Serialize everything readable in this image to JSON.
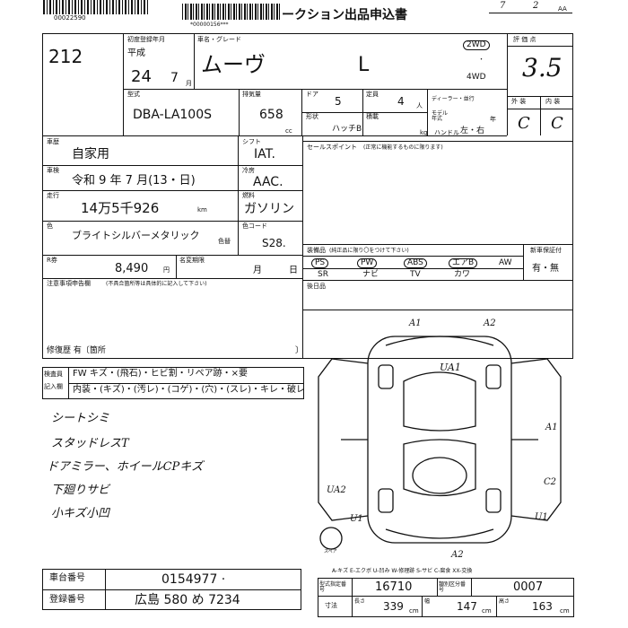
{
  "header": {
    "title": "ークション出品申込書",
    "date_month": "7",
    "date_day": "2",
    "date_suffix": "AA",
    "barcode_text": "00022590",
    "sub_barcode": "*00000156***"
  },
  "lot": {
    "number": "212"
  },
  "registration": {
    "label": "初度登録年月",
    "era": "平成",
    "year": "24",
    "month": "7",
    "month_unit": "月"
  },
  "model_name": {
    "label": "車名・グレード",
    "name": "ムーヴ",
    "grade": "L"
  },
  "drive": {
    "two_wd": "2WD",
    "dot": "・",
    "four_wd": "4WD"
  },
  "score": {
    "label": "評 価 点",
    "value": "3.5"
  },
  "model_code": {
    "label": "型式",
    "value": "DBA-LA100S"
  },
  "displacement": {
    "label": "排気量",
    "value": "658",
    "unit": "cc"
  },
  "doors": {
    "label": "ドア",
    "value": "5"
  },
  "capacity": {
    "label": "定員",
    "value": "4",
    "unit": "人"
  },
  "dealer": {
    "label": "ディーラー・並行",
    "model_year": "モデル 年式",
    "year_unit": "年"
  },
  "body_shape": {
    "label": "形状",
    "value": "ハッチB"
  },
  "weight": {
    "label": "積載",
    "unit": "kg"
  },
  "steering": {
    "label": "ハンドル",
    "value": "左・右"
  },
  "exterior": {
    "label": "外 装",
    "value": "C"
  },
  "interior": {
    "label": "内 装",
    "value": "C"
  },
  "usage": {
    "label": "車歴",
    "value": "自家用"
  },
  "shift": {
    "label": "シフト",
    "value": "IAT."
  },
  "inspection": {
    "label": "車検",
    "value": "令和 9 年 7 月(13・日)"
  },
  "ac": {
    "label": "冷房",
    "value": "AAC."
  },
  "mileage": {
    "label": "走行",
    "value": "14万5千926",
    "unit": "km"
  },
  "fuel": {
    "label": "燃料",
    "value": "ガソリン"
  },
  "color": {
    "label": "色",
    "value": "ブライトシルバーメタリック",
    "change_label": "色替",
    "code_label": "色コード",
    "code": "S28."
  },
  "recycle": {
    "label": "R券",
    "value": "8,490",
    "unit": "円"
  },
  "name_change": {
    "label": "名変期限",
    "month": "月",
    "day": "日"
  },
  "notes": {
    "label": "注意事項申告欄",
    "sub": "(不具合箇所等は具体的に記入して下さい)",
    "repair_history": "修復歴 有〔箇所",
    "bracket_end": "〕"
  },
  "sales_point": {
    "label": "セールスポイント",
    "sub": "(正常に機能するものに限ります)"
  },
  "equipment": {
    "label": "装備品",
    "sub": "(純正品に限り〇をつけて下さい)",
    "items": [
      "PS",
      "PW",
      "ABS",
      "エアB",
      "AW"
    ],
    "items2": [
      "SR",
      "ナビ",
      "TV",
      "カワ"
    ],
    "new_car_label": "新車保証付",
    "new_car_value": "有・無"
  },
  "accessories": {
    "label": "後日品"
  },
  "inspector": {
    "row1_label": "検査員",
    "row2_label": "記入欄",
    "row1": "FW キズ・(飛石)・ヒビ割・リペア跡・×要",
    "row2": "内装・(キズ)・(汚レ)・(コゲ)・(穴)・(スレ)・キレ・破レ"
  },
  "handwritten_notes": [
    "シートシミ",
    "スタッドレスT",
    "ドアミラー、ホイールCPキズ",
    "下廻りサビ",
    "小キズ小凹"
  ],
  "diagram": {
    "marks": [
      "A1",
      "A2",
      "UA1",
      "A1",
      "C2",
      "UA2",
      "U1",
      "U1",
      "A2"
    ],
    "spare_label": "スペア"
  },
  "legend": "A-キズ E-エクボ U-凹み W-修理跡 S-サビ C-腐食 XX-交換",
  "chassis": {
    "label": "車台番号",
    "value": "0154977 ·"
  },
  "plate": {
    "label": "登録番号",
    "value": "広島 580 め 7234"
  },
  "certified": {
    "label": "型式指定番号",
    "value": "16710",
    "cat_label": "類別区分番号",
    "cat_value": "0007"
  },
  "dims": {
    "label": "寸法",
    "length_label": "長さ",
    "length": "339",
    "width_label": "幅",
    "width": "147",
    "height_label": "高さ",
    "height": "163",
    "unit": "cm"
  }
}
